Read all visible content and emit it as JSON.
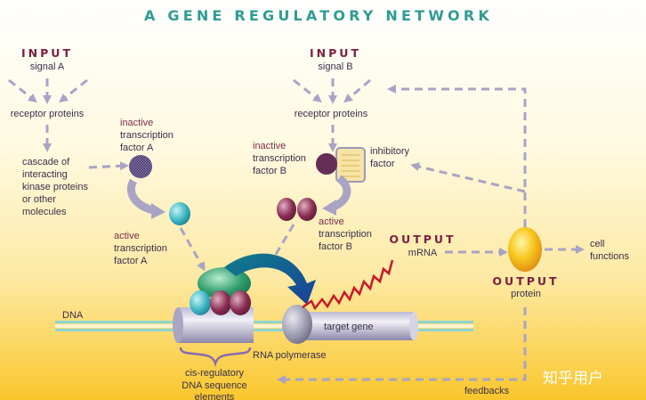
{
  "title": "A GENE REGULATORY NETWORK",
  "input_a": {
    "head": "INPUT",
    "sub": "signal A"
  },
  "input_b": {
    "head": "INPUT",
    "sub": "signal B"
  },
  "receptor_a": "receptor proteins",
  "receptor_b": "receptor proteins",
  "cascade": [
    "cascade of",
    "interacting",
    "kinase proteins",
    "or other",
    "molecules"
  ],
  "inactive_a": [
    "inactive",
    "transcription",
    "factor A"
  ],
  "inactive_b": [
    "inactive",
    "transcription",
    "factor B"
  ],
  "inhibitory": [
    "inhibitory",
    "factor"
  ],
  "active_a": [
    "active",
    "transcription",
    "factor A"
  ],
  "active_b": [
    "active",
    "transcription",
    "factor B"
  ],
  "output_mrna": {
    "head": "OUTPUT",
    "sub": "mRNA"
  },
  "output_protein": {
    "head": "OUTPUT",
    "sub": "protein"
  },
  "cell_functions": [
    "cell",
    "functions"
  ],
  "dna": "DNA",
  "target_gene": "target gene",
  "rna_polymerase": "RNA polymerase",
  "cis_regulatory": [
    "cis-regulatory",
    "DNA sequence",
    "elements"
  ],
  "feedbacks": "feedbacks",
  "watermark": "知乎用户",
  "colors": {
    "title": "#2f9c92",
    "output_head": "#7a2140",
    "arrow": "#a9a4c4",
    "background_top": "#ffffff",
    "background_bottom": "#f9c62c"
  }
}
